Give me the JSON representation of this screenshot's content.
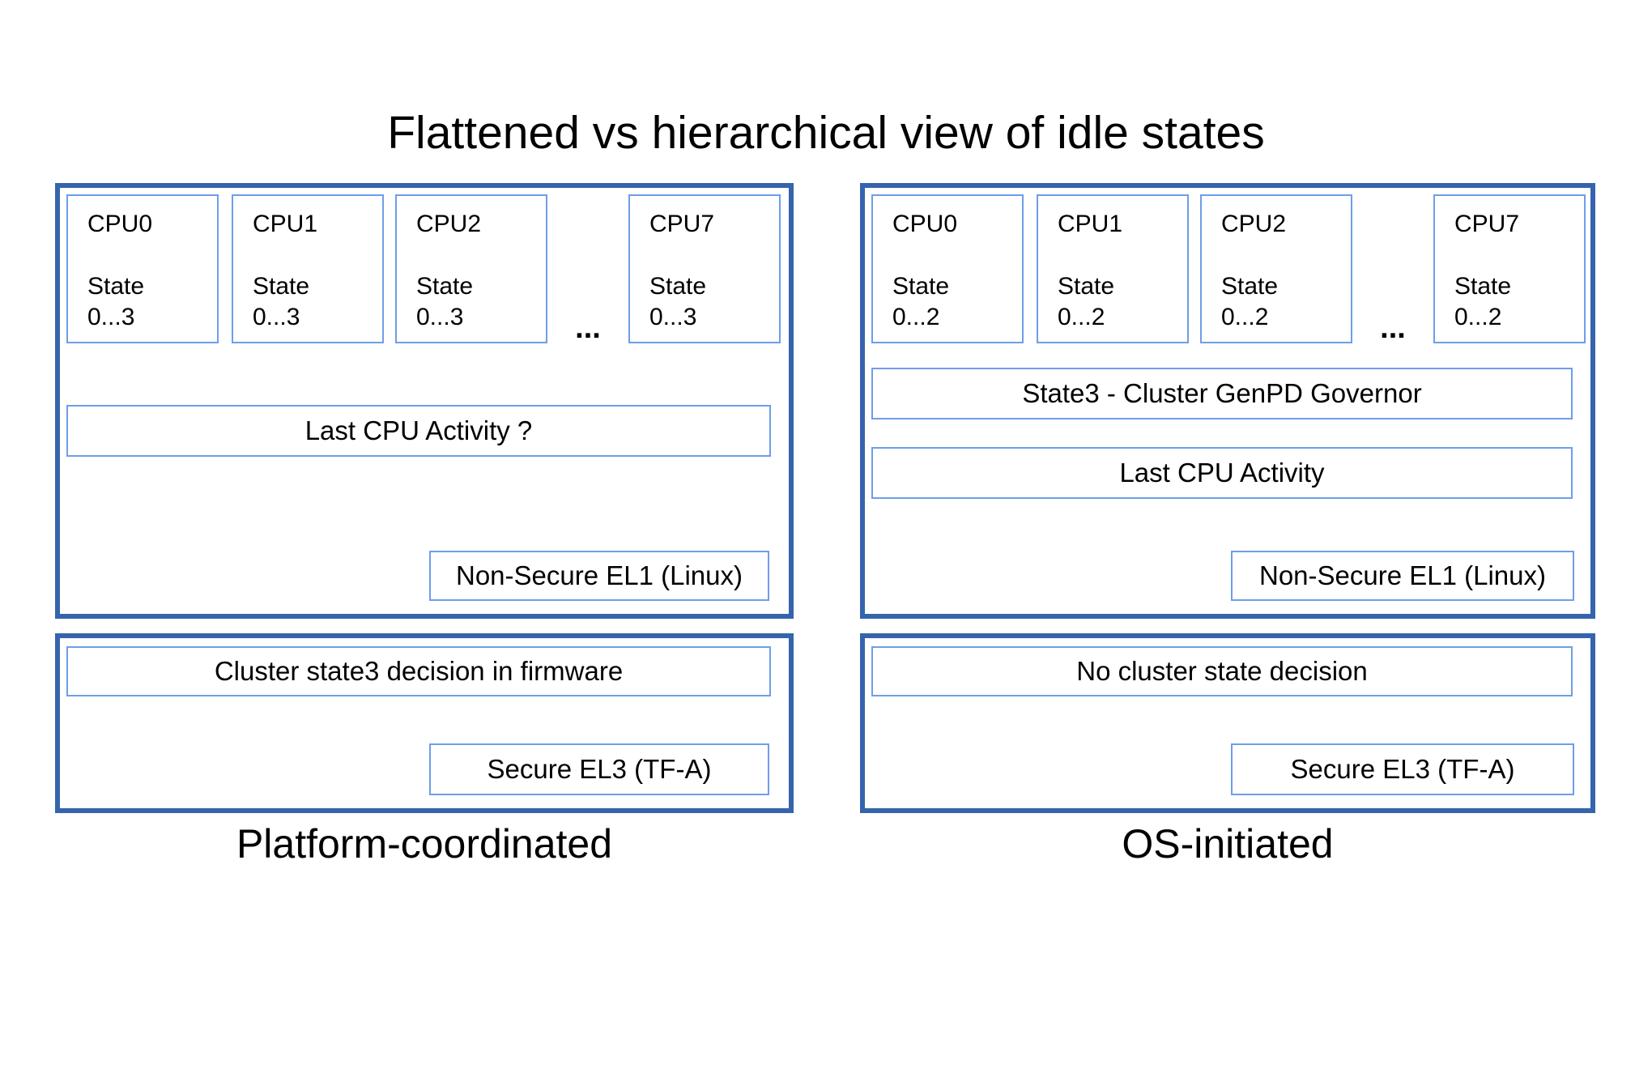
{
  "title": "Flattened vs hierarchical view of idle states",
  "ellipsis": "...",
  "colors": {
    "panel_border": "#3564ad",
    "box_border": "#6d9eeb",
    "text": "#000000",
    "background": "#ffffff"
  },
  "left": {
    "caption": "Platform-coordinated",
    "cpus": [
      {
        "label": "CPU0",
        "state_line1": "State",
        "state_line2": "0...3"
      },
      {
        "label": "CPU1",
        "state_line1": "State",
        "state_line2": "0...3"
      },
      {
        "label": "CPU2",
        "state_line1": "State",
        "state_line2": "0...3"
      },
      {
        "label": "CPU7",
        "state_line1": "State",
        "state_line2": "0...3"
      }
    ],
    "activity_box": "Last CPU Activity ?",
    "el1_box": "Non-Secure EL1 (Linux)",
    "decision_box": "Cluster state3 decision in firmware",
    "el3_box": "Secure EL3 (TF-A)"
  },
  "right": {
    "caption": "OS-initiated",
    "cpus": [
      {
        "label": "CPU0",
        "state_line1": "State",
        "state_line2": "0...2"
      },
      {
        "label": "CPU1",
        "state_line1": "State",
        "state_line2": "0...2"
      },
      {
        "label": "CPU2",
        "state_line1": "State",
        "state_line2": "0...2"
      },
      {
        "label": "CPU7",
        "state_line1": "State",
        "state_line2": "0...2"
      }
    ],
    "governor_box": "State3 - Cluster GenPD Governor",
    "activity_box": "Last CPU Activity",
    "el1_box": "Non-Secure EL1 (Linux)",
    "no_decision_box": "No cluster state decision",
    "el3_box": "Secure EL3 (TF-A)"
  }
}
